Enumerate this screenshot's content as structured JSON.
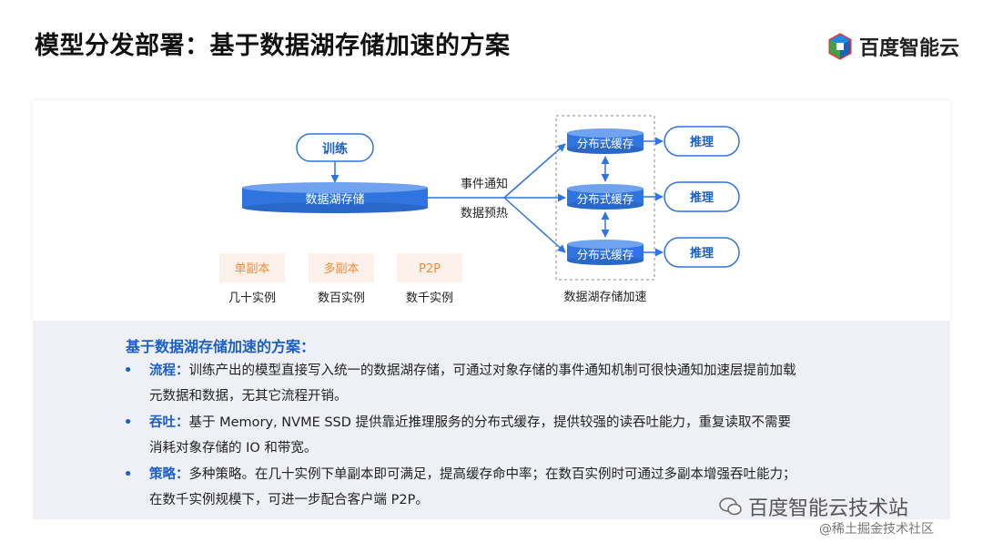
{
  "header": {
    "title": "模型分发部署：基于数据湖存储加速的方案",
    "logo_text": "百度智能云"
  },
  "diagram": {
    "train_label": "训练",
    "lake_label": "数据湖存储",
    "event_label": "事件通知",
    "preheat_label": "数据预热",
    "cache_label_1": "分布式缓存",
    "cache_label_2": "分布式缓存",
    "cache_label_3": "分布式缓存",
    "infer_label_1": "推理",
    "infer_label_2": "推理",
    "infer_label_3": "推理",
    "accel_label": "数据湖存储加速",
    "modes": [
      {
        "name": "单副本",
        "scale": "几十实例"
      },
      {
        "name": "多副本",
        "scale": "数百实例"
      },
      {
        "name": "P2P",
        "scale": "数千实例"
      }
    ]
  },
  "solution": {
    "heading": "基于数据湖存储加速的方案：",
    "items": [
      {
        "label": "流程：",
        "line1": "训练产出的模型直接写入统一的数据湖存储，可通过对象存储的事件通知机制可很快通知加速层提前加载",
        "line2": "元数据和数据，无其它流程开销。"
      },
      {
        "label": "吞吐：",
        "line1": "基于 Memory, NVME SSD 提供靠近推理服务的分布式缓存，提供较强的读吞吐能力，重复读取不需要",
        "line2": "消耗对象存储的 IO 和带宽。"
      },
      {
        "label": "策略：",
        "line1": "多种策略。在几十实例下单副本即可满足，提高缓存命中率；在数百实例时可通过多副本增强吞吐能力；",
        "line2": "在数千实例规模下，可进一步配合客户端 P2P。"
      }
    ]
  },
  "watermark": {
    "main": "百度智能云技术站",
    "sub": "@稀土掘金技术社区"
  },
  "colors": {
    "accent_blue": "#1a5fc8",
    "cylinder_blue": "#2f74df",
    "mode_orange": "#f08c3a",
    "mode_bg": "#fbf1ea"
  }
}
